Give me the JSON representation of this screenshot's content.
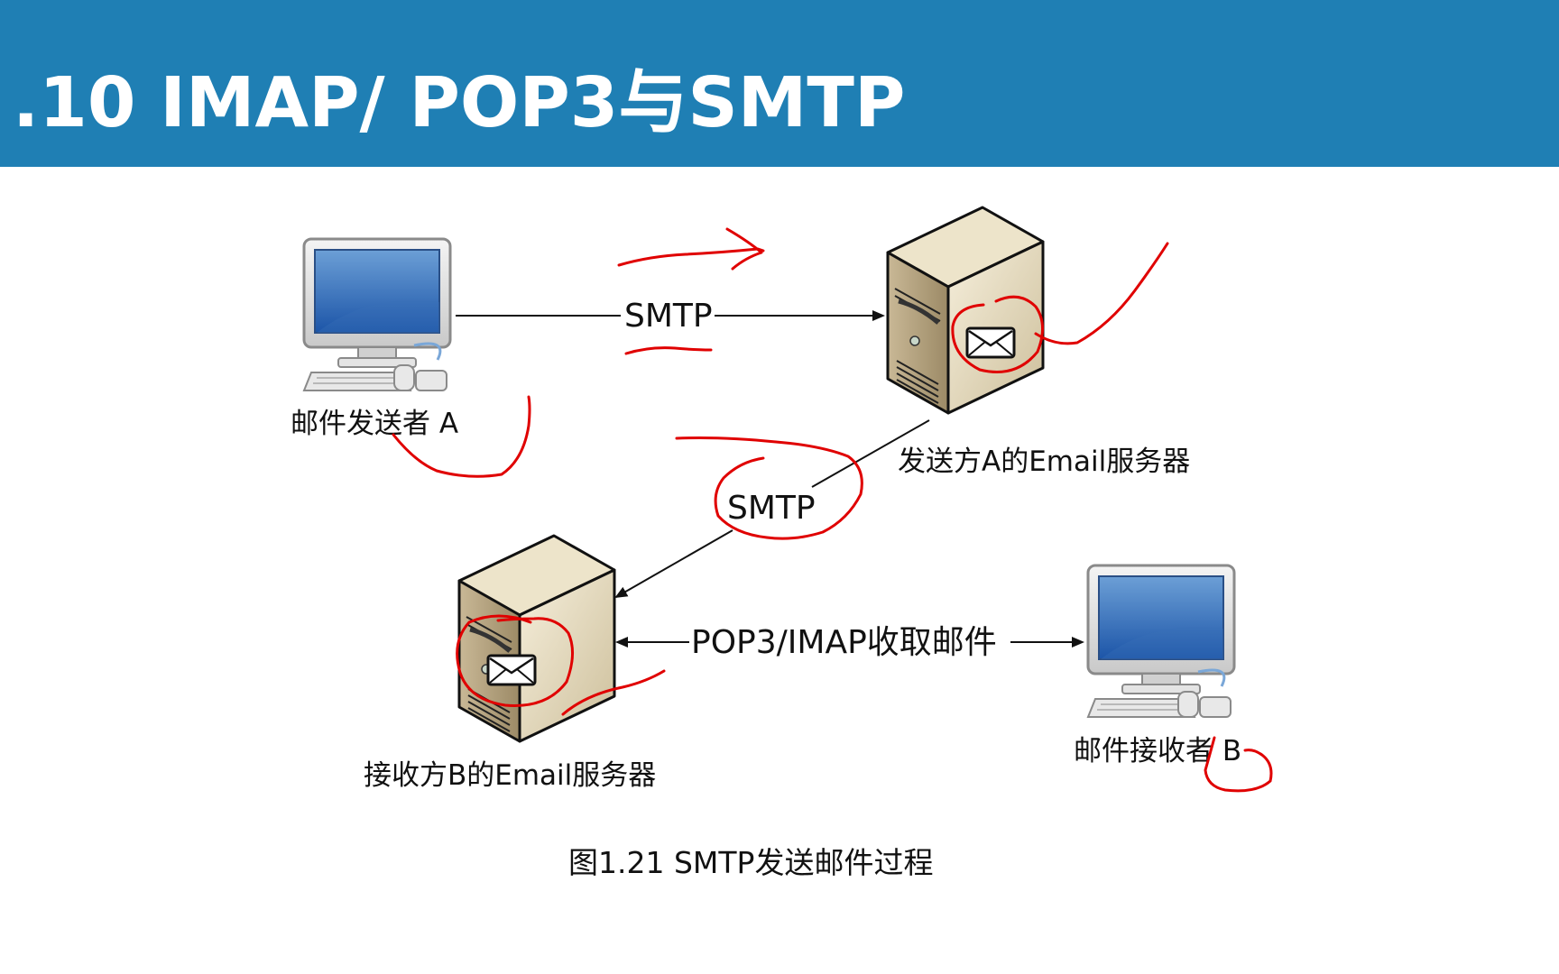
{
  "slide": {
    "title": ".10 IMAP/ POP3与SMTP",
    "caption": "图1.21 SMTP发送邮件过程"
  },
  "diagram": {
    "nodes": {
      "sender": "邮件发送者 A",
      "server_a": "发送方A的Email服务器",
      "server_b": "接收方B的Email服务器",
      "receiver": "邮件接收者 B"
    },
    "edges": {
      "sender_to_server_a": "SMTP",
      "server_a_to_server_b": "SMTP",
      "server_b_to_receiver": "POP3/IMAP收取邮件"
    }
  },
  "colors": {
    "title_bar": "#1f7fb4",
    "annotation_ink": "#e00000"
  },
  "icons": [
    "desktop-computer-icon",
    "mail-server-icon",
    "envelope-icon"
  ]
}
